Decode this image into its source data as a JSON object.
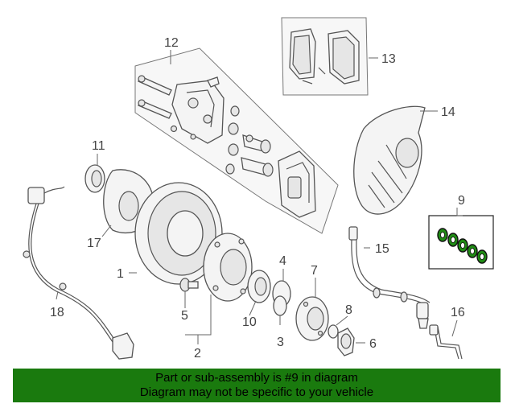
{
  "callouts": [
    "1",
    "2",
    "3",
    "4",
    "5",
    "6",
    "7",
    "8",
    "9",
    "10",
    "11",
    "12",
    "13",
    "14",
    "15",
    "16",
    "17",
    "18"
  ],
  "banner": {
    "line1": "Part or sub-assembly is #9 in diagram",
    "line2": "Diagram may not be specific to your vehicle",
    "color": "#1a7a0e"
  },
  "highlight_color": "#1f8a14"
}
